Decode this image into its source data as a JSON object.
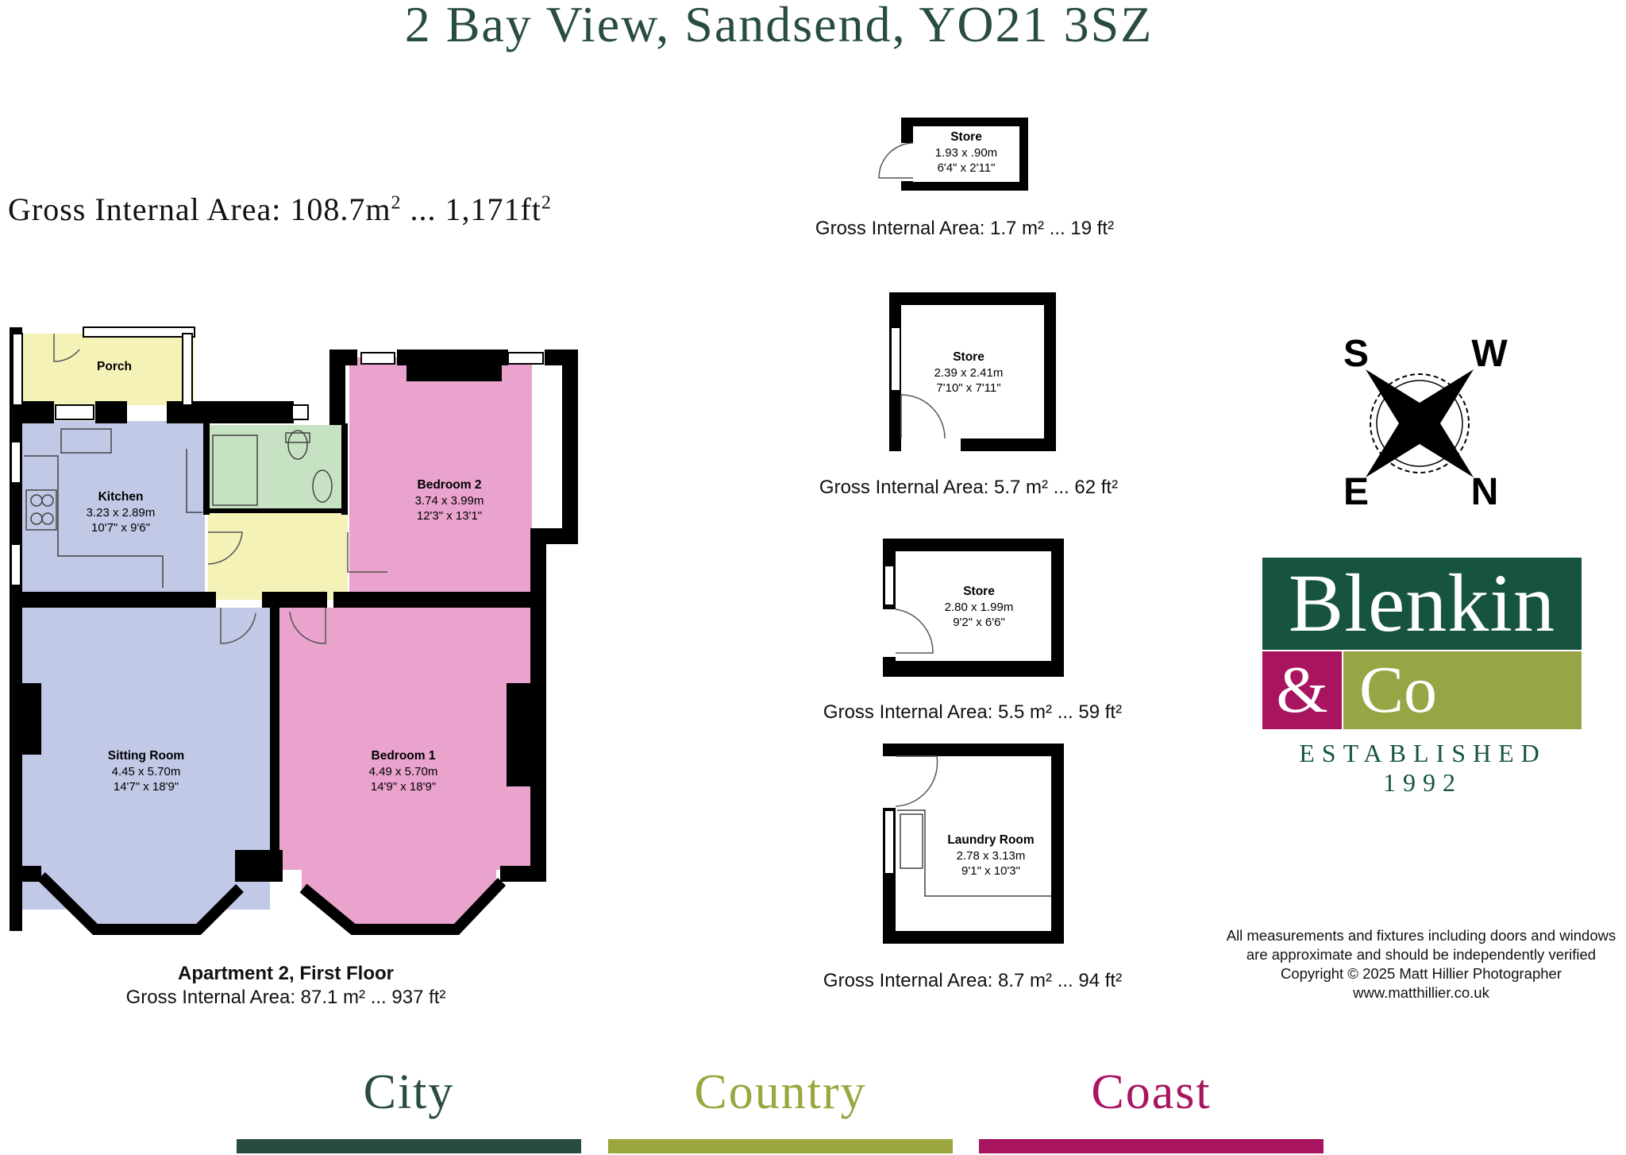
{
  "header": {
    "address": "2 Bay View, Sandsend, YO21 3SZ"
  },
  "total_area": {
    "label": "Gross Internal Area: 108.7m",
    "sq_m_sup": "2",
    "mid": " ... 1,171ft",
    "sq_ft_sup": "2"
  },
  "apartment": {
    "title": "Apartment 2, First Floor",
    "area": "Gross Internal Area: 87.1 m² ... 937 ft²",
    "rooms": {
      "porch": {
        "name": "Porch"
      },
      "kitchen": {
        "name": "Kitchen",
        "metric": "3.23 x 2.89m",
        "imperial": "10'7\" x 9'6\""
      },
      "bedroom2": {
        "name": "Bedroom 2",
        "metric": "3.74 x 3.99m",
        "imperial": "12'3\" x 13'1\""
      },
      "sitting": {
        "name": "Sitting Room",
        "metric": "4.45 x 5.70m",
        "imperial": "14'7\" x 18'9\""
      },
      "bedroom1": {
        "name": "Bedroom 1",
        "metric": "4.49 x 5.70m",
        "imperial": "14'9\" x 18'9\""
      }
    }
  },
  "outbuildings": [
    {
      "name": "Store",
      "metric": "1.93 x .90m",
      "imperial": "6'4\" x 2'11\"",
      "area": "Gross Internal Area: 1.7 m² ... 19 ft²"
    },
    {
      "name": "Store",
      "metric": "2.39 x 2.41m",
      "imperial": "7'10\" x 7'11\"",
      "area": "Gross Internal Area: 5.7 m² ... 62 ft²"
    },
    {
      "name": "Store",
      "metric": "2.80 x 1.99m",
      "imperial": "9'2\" x 6'6\"",
      "area": "Gross Internal Area: 5.5 m² ... 59 ft²"
    },
    {
      "name": "Laundry Room",
      "metric": "2.78 x 3.13m",
      "imperial": "9'1\" x 10'3\"",
      "area": "Gross Internal Area: 8.7 m² ... 94 ft²"
    }
  ],
  "compass": {
    "s": "S",
    "w": "W",
    "e": "E",
    "n": "N"
  },
  "logo": {
    "line1": "Blenkin",
    "amp": "&",
    "co": "Co",
    "established": "ESTABLISHED 1992",
    "green": "#175440",
    "magenta": "#a8145f",
    "olive": "#97a544"
  },
  "disclaimer": {
    "line1": "All measurements and fixtures including doors and windows",
    "line2": "are approximate and should be independently verified",
    "line3": "Copyright © 2025 Matt Hillier Photographer",
    "line4": "www.matthillier.co.uk"
  },
  "footer": {
    "city": "City",
    "country": "Country",
    "coast": "Coast",
    "city_color": "#284d3e",
    "country_color": "#9ba63e",
    "coast_color": "#a8145f"
  },
  "colors": {
    "sitting": "#c1c9e6",
    "bedroom": "#e9a3cd",
    "bathroom": "#c7e2c2",
    "landing": "#f5f2b8",
    "wall": "#000000"
  }
}
